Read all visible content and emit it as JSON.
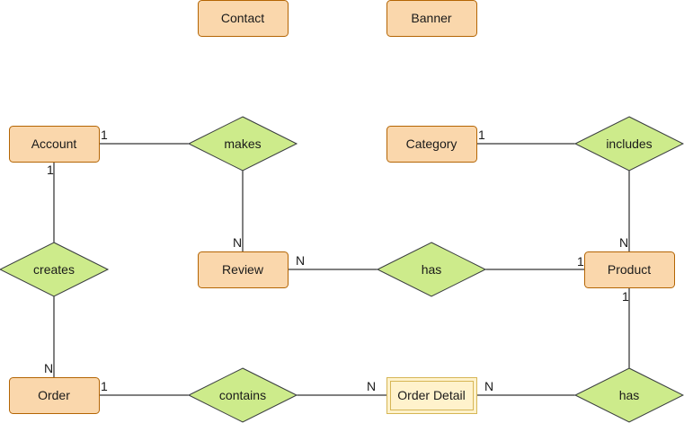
{
  "entities": {
    "contact": "Contact",
    "banner": "Banner",
    "account": "Account",
    "category": "Category",
    "review": "Review",
    "product": "Product",
    "order": "Order",
    "order_detail": "Order Detail"
  },
  "relationships": {
    "makes": "makes",
    "includes": "includes",
    "creates": "creates",
    "has_review_product": "has",
    "contains": "contains",
    "has_product_detail": "has"
  },
  "cardinalities": {
    "account_makes": "1",
    "makes_review": "N",
    "category_includes": "1",
    "includes_product": "N",
    "account_creates": "1",
    "creates_order": "N",
    "review_has": "N",
    "has_product": "1",
    "product_has": "1",
    "order_contains": "1",
    "contains_detail": "N",
    "detail_has": "N"
  },
  "colors": {
    "entity_fill": "#fad7ac",
    "entity_stroke": "#b46504",
    "relationship_fill": "#cdeb8b",
    "relationship_stroke": "#36393d",
    "weak_entity_fill": "#fff2cc",
    "weak_entity_stroke": "#d6b656"
  }
}
